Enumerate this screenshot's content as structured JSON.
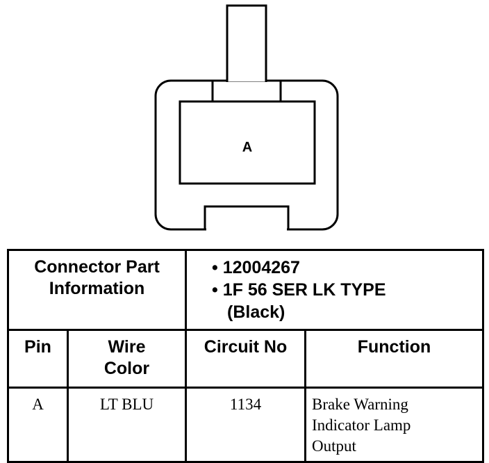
{
  "connector": {
    "cavity_label": "A"
  },
  "table": {
    "part_info_label": [
      "Connector Part",
      "Information"
    ],
    "part_info": [
      "• 12004267",
      "• 1F 56 SER LK TYPE",
      "(Black)"
    ],
    "columns": [
      "Pin",
      "Wire Color",
      "Circuit No",
      "Function"
    ],
    "column_header_lines": {
      "wire_color": [
        "Wire",
        "Color"
      ]
    },
    "rows": [
      {
        "pin": "A",
        "wire_color": "LT BLU",
        "circuit_no": "1134",
        "function_lines": [
          "Brake Warning",
          "Indicator Lamp",
          "Output"
        ]
      }
    ]
  }
}
